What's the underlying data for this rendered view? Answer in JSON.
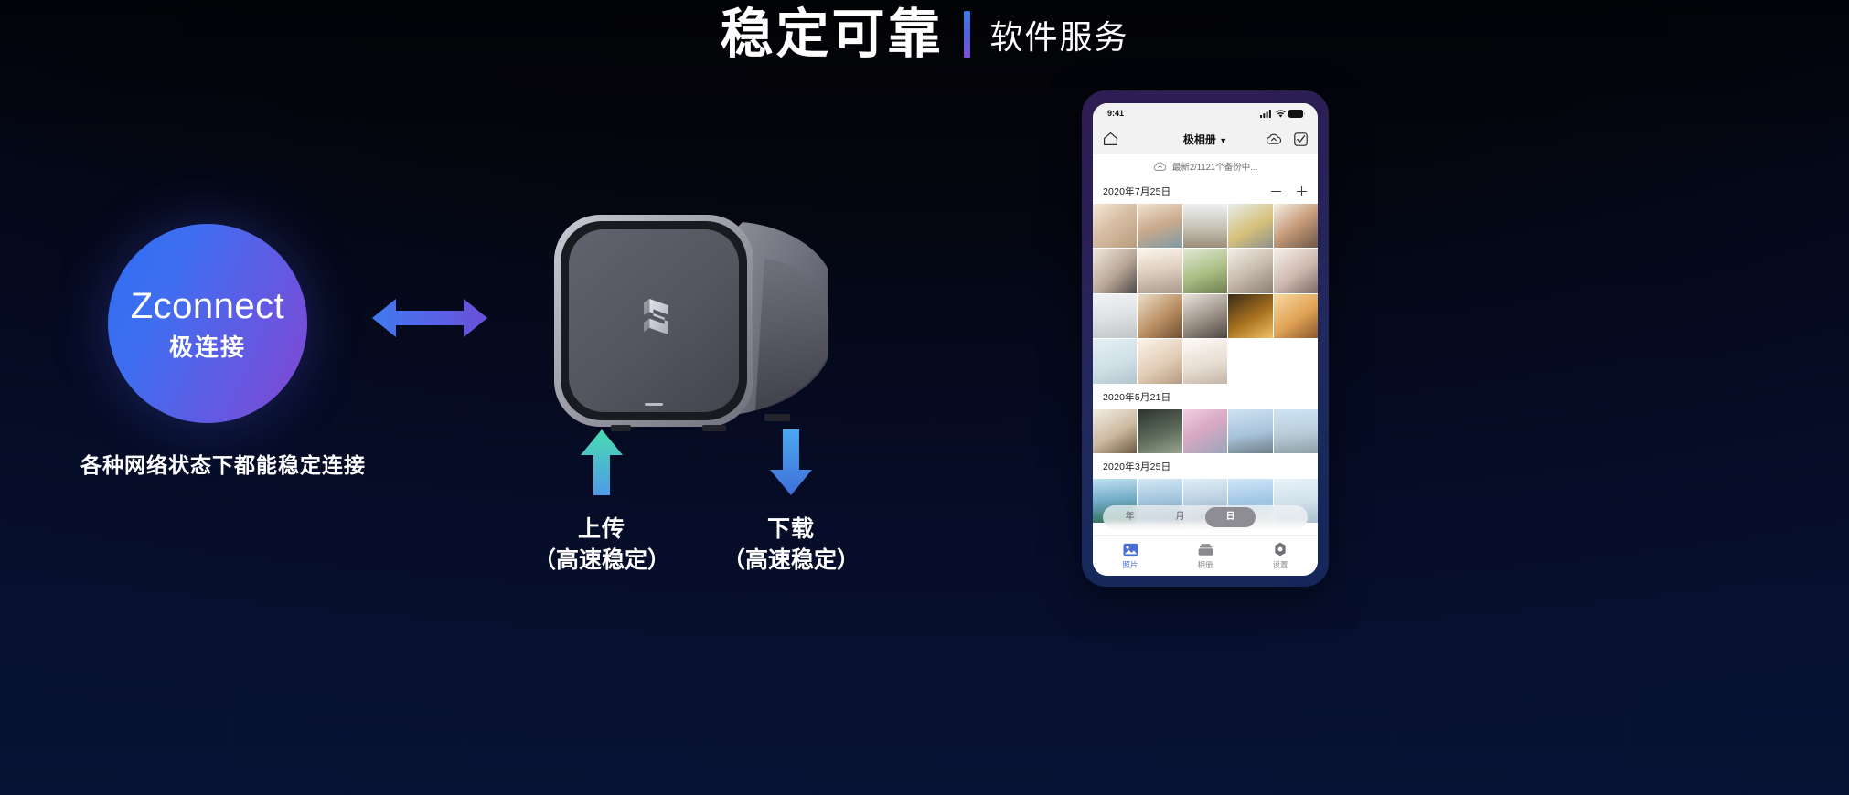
{
  "header": {
    "title_main": "稳定可靠",
    "title_sub": "软件服务"
  },
  "left_panel": {
    "badge_title": "Zconnect",
    "badge_subtitle": "极连接",
    "caption": "各种网络状态下都能稳定连接",
    "gradient_from": "#2f6df2",
    "gradient_to": "#8446d2"
  },
  "center": {
    "bidir_arrow_icon": "left-right-arrow-icon",
    "device_icon": "nas-device",
    "device_logo": "z-logo-icon"
  },
  "flows": [
    {
      "icon": "arrow-up-icon",
      "label": "上传",
      "sublabel": "（高速稳定）",
      "color_from": "#49dcb1",
      "color_to": "#4f9ae8"
    },
    {
      "icon": "arrow-down-icon",
      "label": "下载",
      "sublabel": "（高速稳定）",
      "color_from": "#4aa8f0",
      "color_to": "#3f6fd8"
    }
  ],
  "phone": {
    "statusbar": {
      "time": "9:41",
      "icons": [
        "signal-icon",
        "wifi-icon",
        "battery-icon"
      ]
    },
    "navbar": {
      "home_icon": "home-icon",
      "title": "极相册",
      "dropdown_icon": "chevron-down-icon",
      "cloud_icon": "cloud-upload-icon",
      "select_icon": "checkbox-check-icon"
    },
    "backup": {
      "icon": "cloud-upload-icon",
      "text": "最新2/1121个备份中..."
    },
    "sections": [
      {
        "date": "2020年7月25日",
        "minus_icon": "minus-icon",
        "plus_icon": "plus-icon",
        "photo_count": 18
      },
      {
        "date": "2020年5月21日",
        "photo_count": 5
      },
      {
        "date": "2020年3月25日",
        "photo_count": 5
      }
    ],
    "segment": {
      "options": [
        "年",
        "月",
        "日"
      ],
      "selected": "日"
    },
    "tabbar": [
      {
        "icon": "photos-icon",
        "label": "照片",
        "active": true
      },
      {
        "icon": "albums-icon",
        "label": "相册",
        "active": false
      },
      {
        "icon": "settings-gear-icon",
        "label": "设置",
        "active": false
      }
    ],
    "accent_color": "#4a6fd4"
  }
}
